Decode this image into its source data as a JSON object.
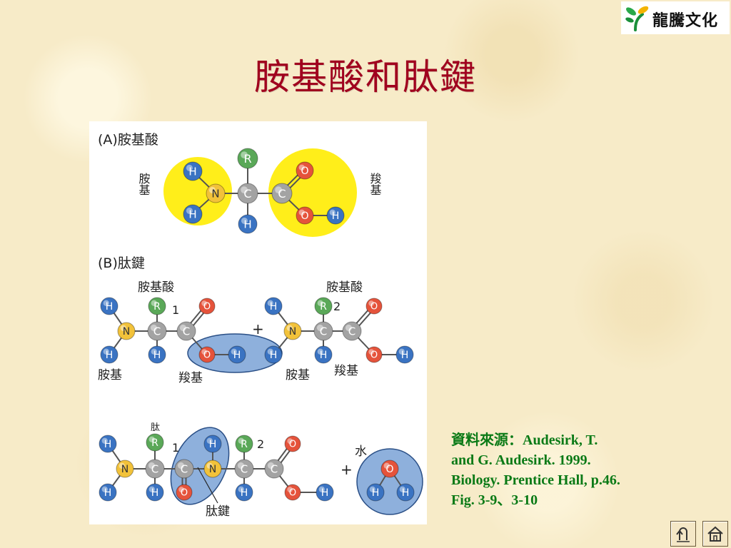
{
  "logo": {
    "text": "龍騰文化"
  },
  "title": "胺基酸和肽鍵",
  "figure": {
    "section_a": "(A)胺基酸",
    "section_b": "(B)肽鍵",
    "amine_group": "胺基",
    "carboxyl_group": "羧基",
    "amino_acid": "胺基酸",
    "peptide": "肽",
    "peptide_bond": "肽鍵",
    "water": "水",
    "plus": "+",
    "num_1": "1",
    "num_2": "2",
    "atoms": {
      "H": "H",
      "N": "N",
      "C": "C",
      "O": "O",
      "R": "R"
    },
    "colors": {
      "H": "#3a73c2",
      "N": "#f2c23a",
      "C": "#a3a3a3",
      "O": "#e5533b",
      "R": "#5aa858",
      "highlight": "#ffee1a",
      "oval": "#8eb0dc"
    }
  },
  "caption": {
    "line1": "資料來源：Audesirk, T.",
    "line2": "and G. Audesirk. 1999.",
    "line3": "Biology. Prentice Hall, p.46.",
    "line4": "Fig. 3-9、3-10"
  },
  "nav": {
    "back_icon": "return-icon",
    "home_icon": "home-icon"
  }
}
